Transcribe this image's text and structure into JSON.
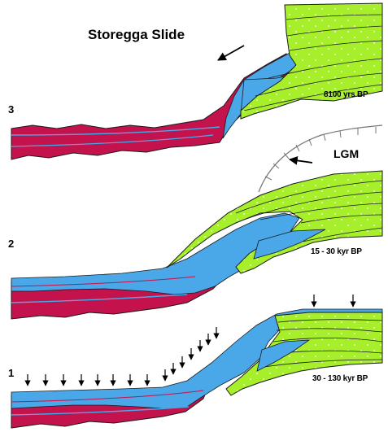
{
  "title": "Storegga Slide",
  "colors": {
    "shelf_sediment": "#a7ef2a",
    "glacial_deposit": "#4aa8e8",
    "deep_sediment": "#c4124c",
    "outline": "#1a1a1a",
    "ice_margin": "#777777"
  },
  "panels": [
    {
      "number": "3",
      "age": "8100 yrs BP"
    },
    {
      "number": "2",
      "age": "15 - 30 kyr BP"
    },
    {
      "number": "1",
      "age": "30 - 130 kyr BP"
    }
  ],
  "ice_label": "LGM",
  "icons": {
    "slide_direction": "arrow-icon",
    "ice_advance": "arrow-icon",
    "deposition_markers": "down-arrow-icon"
  }
}
